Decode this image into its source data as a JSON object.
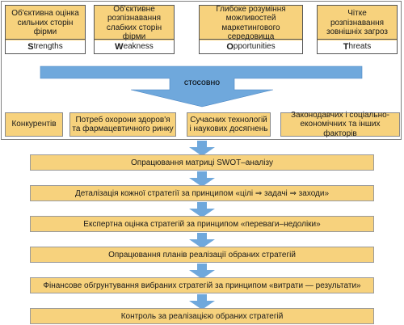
{
  "swot": [
    {
      "description": "Об'єктивна оцінка сильних сторін фірми",
      "initial": "S",
      "rest": "trengths"
    },
    {
      "description": "Об'єктивне розпізнавання слабких сторін фірми",
      "initial": "W",
      "rest": "eakness"
    },
    {
      "description": "Глибоке розуміння можливостей маркетингового середовища",
      "initial": "O",
      "rest": "pportunities"
    },
    {
      "description": "Чітке розпізнавання зовнішніх загроз",
      "initial": "T",
      "rest": "hreats"
    }
  ],
  "relation": "стосовно",
  "factors": [
    "Конкурентів",
    "Потреб охорони здоров'я та фармацевтичного ринку",
    "Сучасних технологій і наукових досягнень",
    "Законодавчих і соціально-економічних та інших факторів"
  ],
  "steps": [
    "Опрацювання матриці SWOT–аналізу",
    "Деталізація кожної стратегії за принципом «цілі ⇒ задачі ⇒ заходи»",
    "Експертна оцінка стратегій за принципом «переваги–недоліки»",
    "Опрацювання планів реалізації обраних стратегій",
    "Фінансове обгрунтування вибраних стратегій за принципом «витрати — результати»",
    "Контроль за реалізацією обраних стратегій"
  ],
  "colors": {
    "box_fill": "#f7d27d",
    "arrow_fill": "#6fa8dc"
  }
}
